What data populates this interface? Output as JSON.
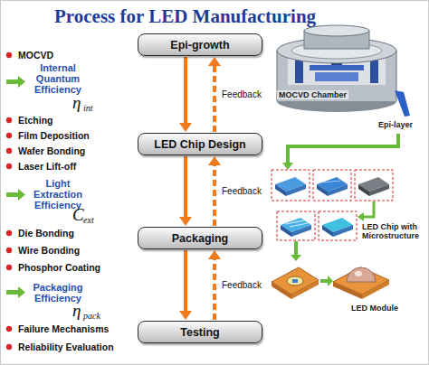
{
  "diagram": {
    "title": "Process for LED Manufacturing",
    "nodes": [
      {
        "text": [
          "Epi-growth"
        ]
      },
      {
        "text": [
          "LED Chip Design"
        ]
      },
      {
        "text": [
          "Packaging"
        ]
      },
      {
        "text": [
          "Testing"
        ]
      }
    ],
    "edges": [
      {
        "from": 0,
        "to": 1,
        "arrow": "to"
      },
      {
        "from": 1,
        "to": 0,
        "label": "Feedback",
        "arrow": "to"
      },
      {
        "from": 1,
        "to": 2,
        "arrow": "to"
      },
      {
        "from": 2,
        "to": 1,
        "label": "Feedback",
        "arrow": "to"
      },
      {
        "from": 2,
        "to": 3,
        "arrow": "to"
      },
      {
        "from": 3,
        "to": 2,
        "label": "Feedback",
        "arrow": "to"
      }
    ],
    "labels": [
      "MOCVD",
      "Internal Quantum Efficiency",
      "η",
      "int",
      "Etching",
      "Film Deposition",
      "Wafer Bonding",
      "Laser Lift-off",
      "Light Extraction Efficiency",
      "C",
      "ext",
      "Die Bonding",
      "Wire Bonding",
      "Phosphor Coating",
      "Packaging Efficiency",
      "η",
      "pack",
      "Failure Mechanisms",
      "Reliability Evaluation",
      "MOCVD Chamber",
      "Epi-layer",
      "LED Chip with Microstructure",
      "LED Module"
    ]
  }
}
